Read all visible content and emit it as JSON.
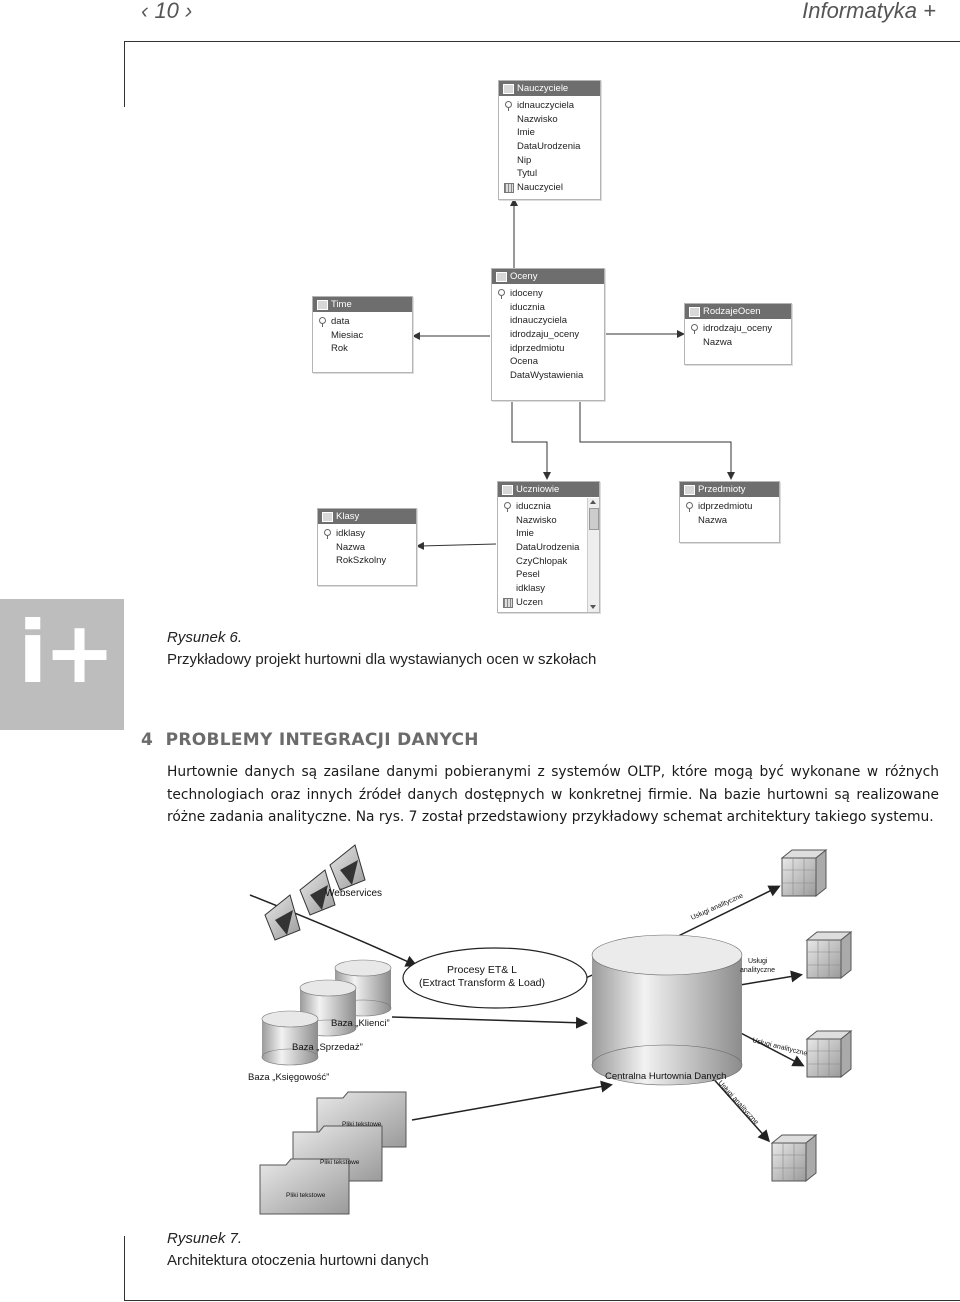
{
  "header": {
    "page_number": "‹ 10 ›",
    "journal_title": "Informatyka +"
  },
  "badge": {
    "text": "i+"
  },
  "figure6": {
    "label": "Rysunek 6.",
    "caption": "Przykładowy projekt hurtowni dla wystawianych ocen w szkołach",
    "tables": [
      {
        "name": "Nauczyciele",
        "rows": [
          "idnauczyciela",
          "Nazwisko",
          "Imie",
          "DataUrodzenia",
          "Nip",
          "Tytul",
          "Nauczyciel"
        ],
        "key_rows": [
          0
        ],
        "measure_rows": [
          6
        ]
      },
      {
        "name": "Time",
        "rows": [
          "data",
          "Miesiac",
          "Rok"
        ],
        "key_rows": [
          0
        ],
        "measure_rows": []
      },
      {
        "name": "Oceny",
        "rows": [
          "idoceny",
          "iducznia",
          "idnauczyciela",
          "idrodzaju_oceny",
          "idprzedmiotu",
          "Ocena",
          "DataWystawienia"
        ],
        "key_rows": [
          0
        ],
        "measure_rows": []
      },
      {
        "name": "RodzajeOcen",
        "rows": [
          "idrodzaju_oceny",
          "Nazwa"
        ],
        "key_rows": [
          0
        ],
        "measure_rows": []
      },
      {
        "name": "Klasy",
        "rows": [
          "idklasy",
          "Nazwa",
          "RokSzkolny"
        ],
        "key_rows": [
          0
        ],
        "measure_rows": []
      },
      {
        "name": "Uczniowie",
        "rows": [
          "iducznia",
          "Nazwisko",
          "Imie",
          "DataUrodzenia",
          "CzyChlopak",
          "Pesel",
          "idklasy",
          "Uczen"
        ],
        "key_rows": [
          0
        ],
        "measure_rows": [
          7
        ]
      },
      {
        "name": "Przedmioty",
        "rows": [
          "idprzedmiotu",
          "Nazwa"
        ],
        "key_rows": [
          0
        ],
        "measure_rows": []
      }
    ]
  },
  "section": {
    "number": "4",
    "title": "PROBLEMY INTEGRACJI DANYCH",
    "paragraph": "Hurtownie danych są zasilane danymi pobieranymi z systemów OLTP, które mogą być wykonane w różnych technologiach oraz innych źródeł danych dostępnych w konkretnej firmie. Na bazie hurtowni są realizowane różne zadania analityczne. Na rys. 7 został przedstawiony przykładowy schemat architektury takiego systemu."
  },
  "figure7": {
    "label": "Rysunek 7.",
    "caption": "Architektura otoczenia hurtowni danych",
    "labels": {
      "webservices": "Webservices",
      "etl_line1": "Procesy ET& L",
      "etl_line2": "(Extract Transform & Load)",
      "db_klienci": "Baza „Klienci”",
      "db_sprzedaz": "Baza „Sprzedaż”",
      "db_ksiegowosc": "Baza „Księgowość”",
      "central": "Centralna Hurtownia Danych",
      "file1": "Pliki tekstowe",
      "file2": "Pliki tekstowe",
      "file3": "Pliki tekstowe",
      "service1": "Usługi analityczne",
      "service2_line1": "Usługi",
      "service2_line2": "analityczne",
      "service3": "Usługi analityczne",
      "service4": "Usługi analityczne"
    }
  }
}
